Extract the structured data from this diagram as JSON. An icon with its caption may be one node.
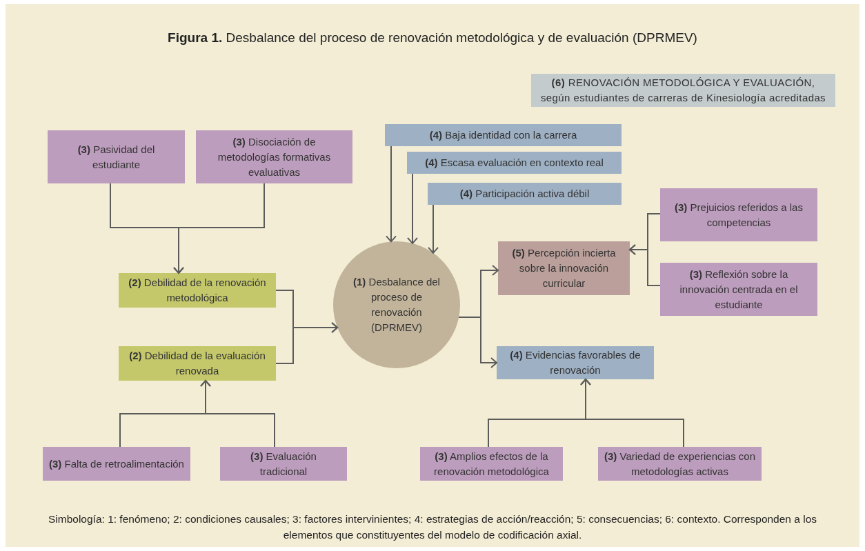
{
  "diagram": {
    "title": "**Figura 1.** Desbalance del proceso de renovación metodológica y de evaluación (DPRMEV)",
    "caption": "Simbología: 1: fenómeno; 2: condiciones causales; 3: factores intervinientes; 4: estrategias de acción/reacción; 5: consecuencias; 6: contexto. Corresponden a los elementos que constituyentes del modelo de codificación axial.",
    "nodes": [
      {
        "text": [
          "**(6)** RENOVACIÓN METODOLÓGICA Y EVALUACIÓN, según estudiantes de carreras de Kinesiología acreditadas"
        ]
      },
      {
        "text": [
          "**(3)** Pasividad del estudiante"
        ]
      },
      {
        "text": [
          "**(3)** Disociación de metodologías formativas evaluativas"
        ]
      },
      {
        "text": [
          "**(4)** Baja identidad con la carrera"
        ]
      },
      {
        "text": [
          "**(4)** Escasa evaluación en contexto real"
        ]
      },
      {
        "text": [
          "**(4)** Participación activa débil"
        ]
      },
      {
        "text": [
          "**(3)** Prejuicios referidos a las competencias"
        ]
      },
      {
        "text": [
          "**(2)** Debilidad de la renovación metodológica"
        ]
      },
      {
        "text": [
          "**(1)** Desbalance del proceso de renovación (DPRMEV)"
        ]
      },
      {
        "text": [
          "**(5)** Percepción incierta sobre la innovación curricular"
        ]
      },
      {
        "text": [
          "**(3)** Reflexión sobre la innovación centrada en el estudiante"
        ]
      },
      {
        "text": [
          "**(2)** Debilidad de la evaluación renovada"
        ]
      },
      {
        "text": [
          "**(4)** Evidencias favorables de renovación"
        ]
      },
      {
        "text": [
          "**(3)** Falta de retroalimentación"
        ]
      },
      {
        "text": [
          "**(3)** Evaluación tradicional"
        ]
      },
      {
        "text": [
          "**(3)** Amplios efectos de la renovación metodológica"
        ]
      },
      {
        "text": [
          "**(3)** Variedad de experiencias con metodologías activas"
        ]
      }
    ],
    "edges": [
      {
        "from": 1,
        "to": 7,
        "arrow": "to"
      },
      {
        "from": 2,
        "to": 7,
        "arrow": "to"
      },
      {
        "from": 3,
        "to": 8,
        "arrow": "to"
      },
      {
        "from": 4,
        "to": 8,
        "arrow": "to"
      },
      {
        "from": 5,
        "to": 8,
        "arrow": "to"
      },
      {
        "from": 7,
        "to": 8,
        "arrow": "to"
      },
      {
        "from": 11,
        "to": 8,
        "arrow": "to"
      },
      {
        "from": 8,
        "to": 9,
        "arrow": "to"
      },
      {
        "from": 8,
        "to": 12,
        "arrow": "to"
      },
      {
        "from": 6,
        "to": 9,
        "arrow": "to"
      },
      {
        "from": 10,
        "to": 9,
        "arrow": "to"
      },
      {
        "from": 13,
        "to": 11,
        "arrow": "to"
      },
      {
        "from": 14,
        "to": 11,
        "arrow": "to"
      },
      {
        "from": 15,
        "to": 12,
        "arrow": "to"
      },
      {
        "from": 16,
        "to": 12,
        "arrow": "to"
      }
    ]
  }
}
